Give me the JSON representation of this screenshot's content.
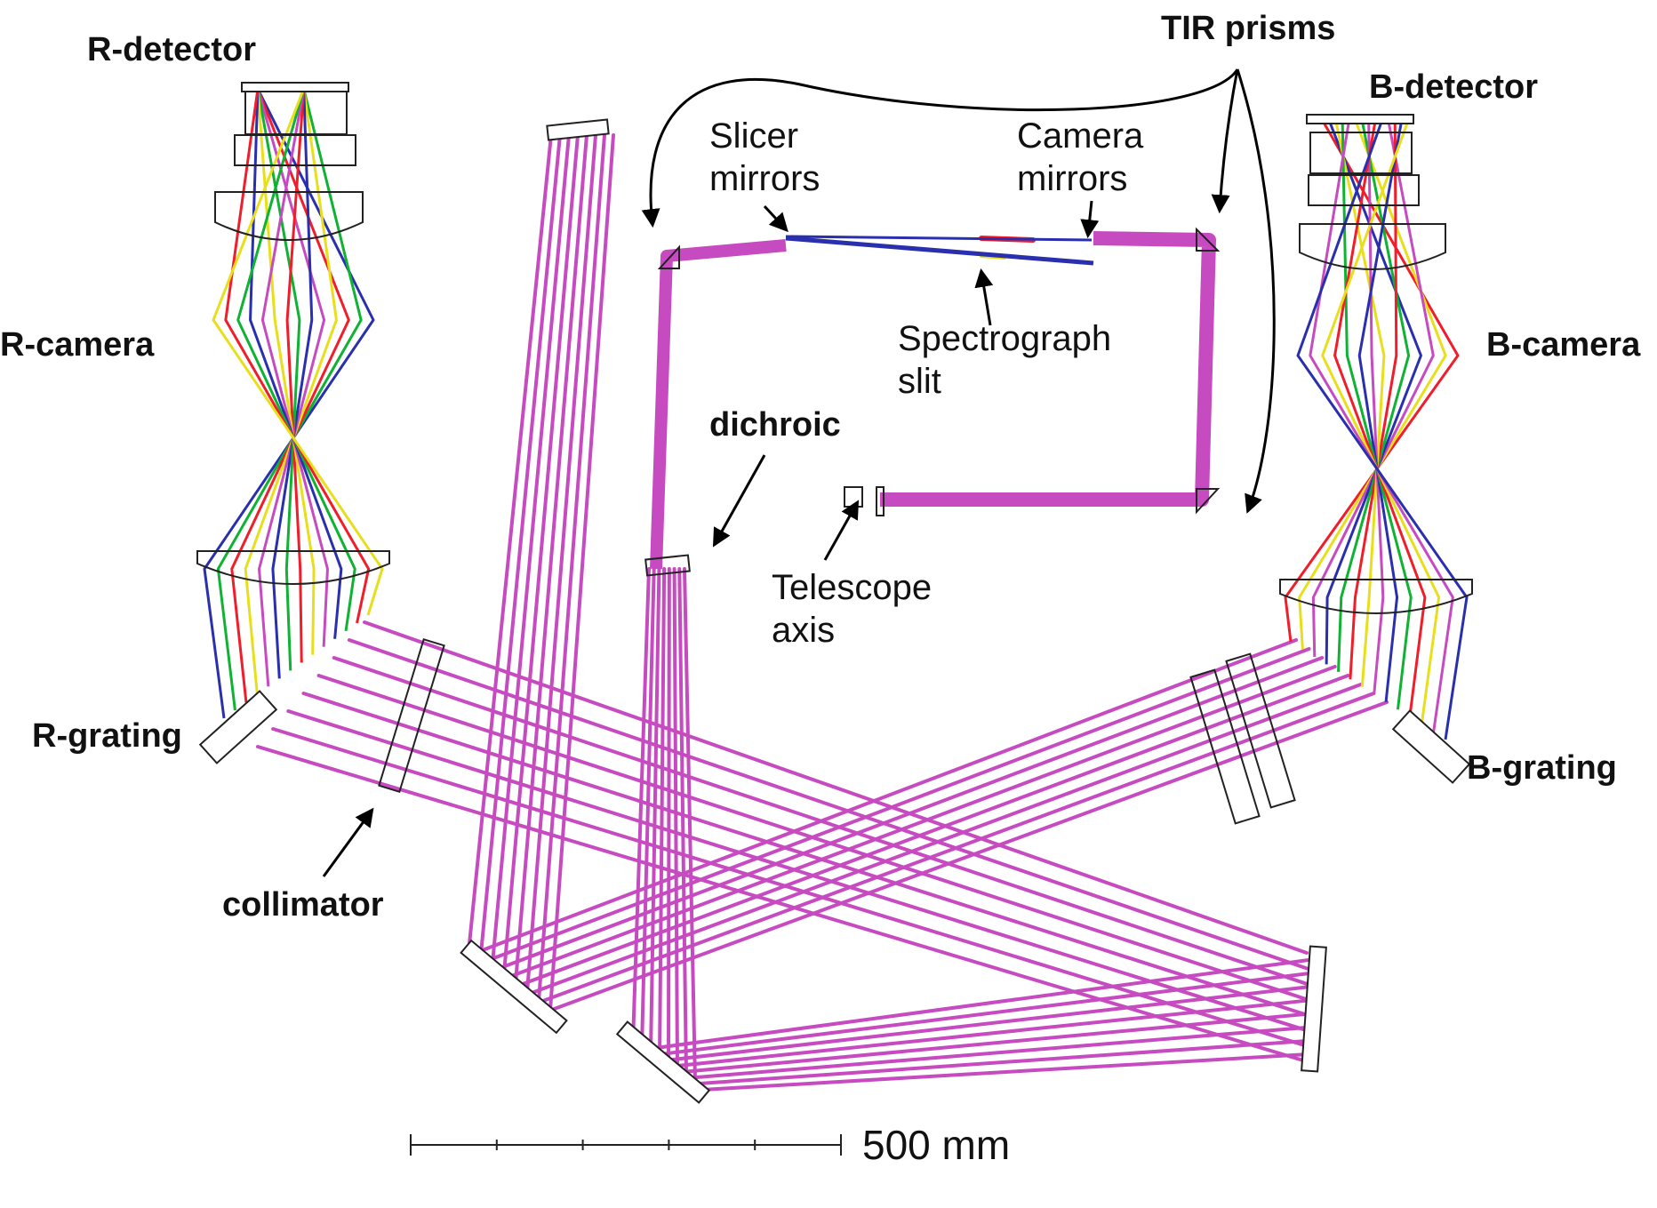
{
  "colors": {
    "beam": "#c74bc0",
    "spectrum": [
      "#2a2fae",
      "#0fb232",
      "#f01e2a",
      "#e8df1c",
      "#c74bc0"
    ],
    "optic_stroke": "#222222",
    "arrow": "#000000"
  },
  "labels": {
    "r_detector": "R-detector",
    "r_camera": "R-camera",
    "r_grating": "R-grating",
    "collimator": "collimator",
    "tir_prisms": "TIR prisms",
    "b_detector": "B-detector",
    "b_camera": "B-camera",
    "b_grating": "B-grating",
    "dichroic": "dichroic",
    "slicer_mirrors": [
      "Slicer",
      "mirrors"
    ],
    "camera_mirrors": [
      "Camera",
      "mirrors"
    ],
    "spectrograph_slit": [
      "Spectrograph",
      "slit"
    ],
    "telescope_axis": [
      "Telescope",
      "axis"
    ]
  },
  "scale_bar": {
    "label": "500 mm",
    "length_mm": 500,
    "ticks": 6
  }
}
